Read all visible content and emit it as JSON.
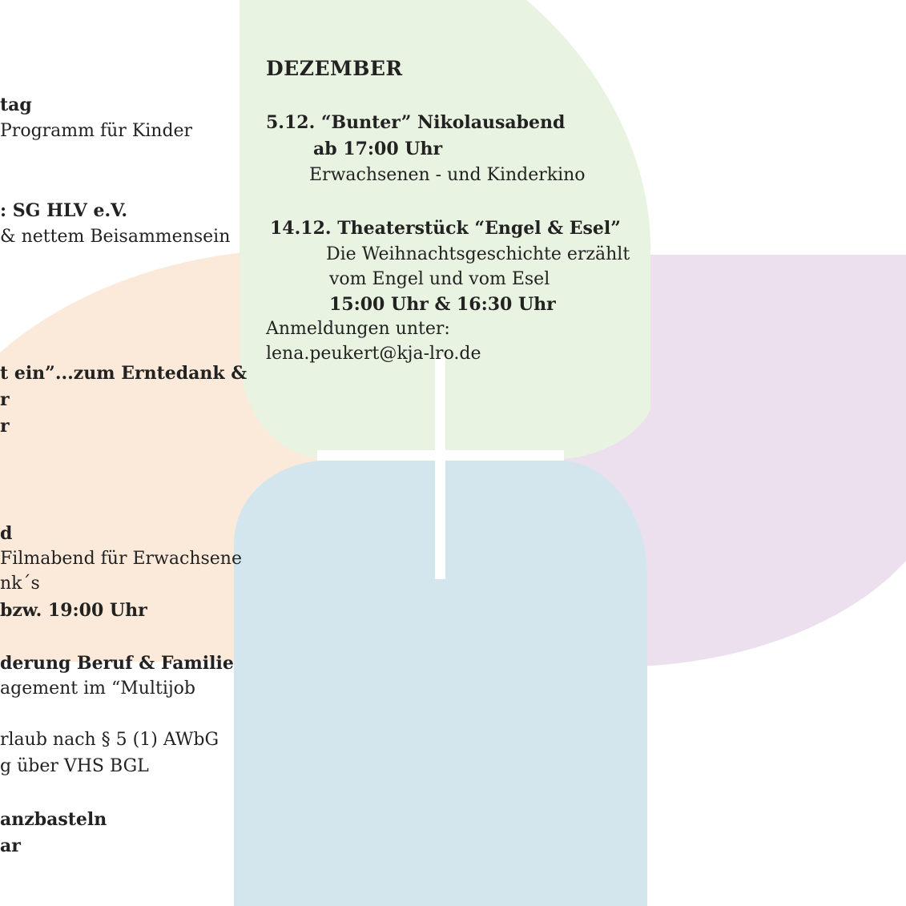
{
  "colors": {
    "green": "#e9f3e1",
    "orange": "#fbead9",
    "purple": "#ece0ef",
    "blue": "#d3e6ed",
    "cross": "#ffffff",
    "text": "#222222"
  },
  "left_column": {
    "lines": [
      "tag",
      "Programm für Kinder",
      ": SG HLV e.V.",
      "& nettem Beisammensein",
      "t ein”...zum Erntedank &",
      "r",
      "r",
      "d",
      "Filmabend für Erwachsene",
      "nk´s",
      "bzw. 19:00 Uhr",
      "derung Beruf & Familie",
      "agement im “Multijob",
      "rlaub nach § 5 (1) AWbG",
      "g über VHS BGL",
      "anzbasteln",
      "ar"
    ]
  },
  "december": {
    "heading": "DEZEMBER",
    "event1": {
      "title": "5.12. “Bunter” Nikolausabend",
      "time": "ab 17:00 Uhr",
      "description": "Erwachsenen - und Kinderkino"
    },
    "event2": {
      "title": "14.12. Theaterstück “Engel & Esel”",
      "description_line1": "Die Weihnachtsgeschichte erzählt",
      "description_line2": "vom Engel und vom Esel",
      "time": "15:00 Uhr & 16:30 Uhr"
    },
    "registration_label": "Anmeldungen unter:",
    "registration_email": "lena.peukert@kja-lro.de"
  }
}
